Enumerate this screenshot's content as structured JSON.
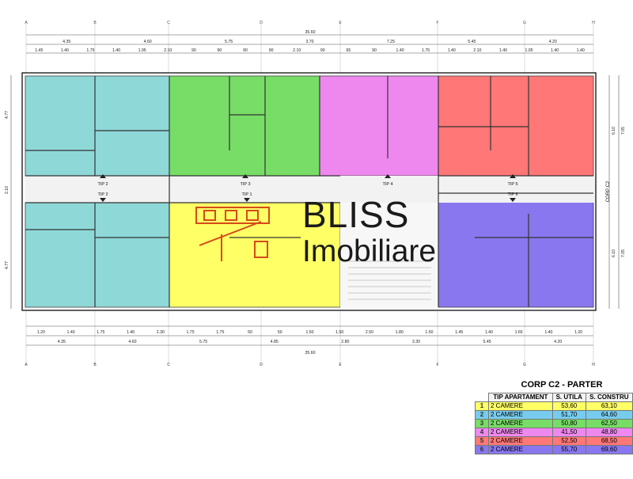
{
  "plan": {
    "top_total": "35.60",
    "bottom_total": "35.60",
    "top_dims_row1": [
      "4.35",
      "4.60",
      "5.75",
      "3.70",
      "7.25",
      "5.45",
      "4.20"
    ],
    "top_dims_row2": [
      "1.45",
      "1.40",
      "1.75",
      "1.40",
      "1.95",
      "2.10",
      "90",
      "90",
      "90",
      "90",
      "2.10",
      "90",
      "65",
      "90",
      "1.40",
      "1.75",
      "1.40",
      "2.10",
      "1.40",
      "1.05",
      "1.40",
      "1.40"
    ],
    "bottom_dims_row1": [
      "1.20",
      "1.40",
      "1.75",
      "1.40",
      "2.30",
      "1.75",
      "1.75",
      "50",
      "50",
      "1.50",
      "1.50",
      "2.50",
      "1.80",
      "1.50",
      "1.45",
      "1.40",
      "1.65",
      "1.40",
      "1.20"
    ],
    "bottom_dims_row2": [
      "4.35",
      "4.60",
      "5.75",
      "4.85",
      "2.80",
      "3.30",
      "5.45",
      "4.20"
    ],
    "left_dims": [
      "4.77",
      "2.10",
      "4.77"
    ],
    "right_dims": [
      "6.10",
      "7.05",
      "6.10",
      "7.05"
    ],
    "axes": [
      "A",
      "B",
      "C",
      "D",
      "E",
      "F",
      "G",
      "H"
    ],
    "tips": [
      "TIP 2",
      "TIP 3",
      "TIP 1",
      "TIP 4",
      "TIP 5",
      "TIP 2",
      "TIP 6"
    ],
    "corp_label": "CORP C2",
    "unit_colors": [
      "#8fd8d8",
      "#77ccee",
      "#77dd66",
      "#ffff66",
      "#ee88ee",
      "#ff7777",
      "#8877ee"
    ]
  },
  "brand": {
    "line1": "BLISS",
    "line2": "Imobiliare"
  },
  "legend": {
    "title": "CORP C2 - PARTER",
    "headers": [
      "TIP APARTAMENT",
      "S. UTILA",
      "S. CONSTRU"
    ],
    "rows": [
      {
        "n": "1",
        "type": "2 CAMERE",
        "utila": "53,60",
        "constr": "63,10",
        "color": "#ffff66"
      },
      {
        "n": "2",
        "type": "2 CAMERE",
        "utila": "51,70",
        "constr": "64,60",
        "color": "#77ccee"
      },
      {
        "n": "3",
        "type": "2 CAMERE",
        "utila": "50,80",
        "constr": "62,50",
        "color": "#77dd66"
      },
      {
        "n": "4",
        "type": "2 CAMERE",
        "utila": "41,50",
        "constr": "48,80",
        "color": "#ee88ee"
      },
      {
        "n": "5",
        "type": "2 CAMERE",
        "utila": "52,50",
        "constr": "68,50",
        "color": "#ff7777"
      },
      {
        "n": "6",
        "type": "2 CAMERE",
        "utila": "55,70",
        "constr": "69,60",
        "color": "#8877ee"
      }
    ]
  }
}
